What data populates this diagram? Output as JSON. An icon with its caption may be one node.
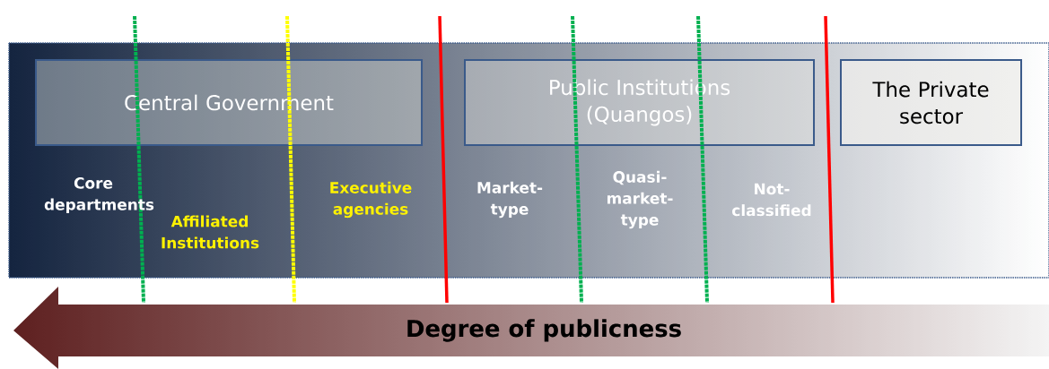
{
  "diagram": {
    "nodes": [
      {
        "text": [],
        "shape": "box"
      },
      {
        "text": [
          "Central Government"
        ],
        "in": 0
      },
      {
        "text": [
          "Public Institutions (Quangos)"
        ],
        "in": 0
      },
      {
        "text": [
          "The Private sector"
        ],
        "in": 0
      },
      {
        "text": [
          "Degree of publicness"
        ]
      }
    ],
    "labels": [
      "Core departments",
      "Affiliated Institutions",
      "Executive agencies",
      "Market-type",
      "Quasi-market-type",
      "Not-classified"
    ]
  }
}
